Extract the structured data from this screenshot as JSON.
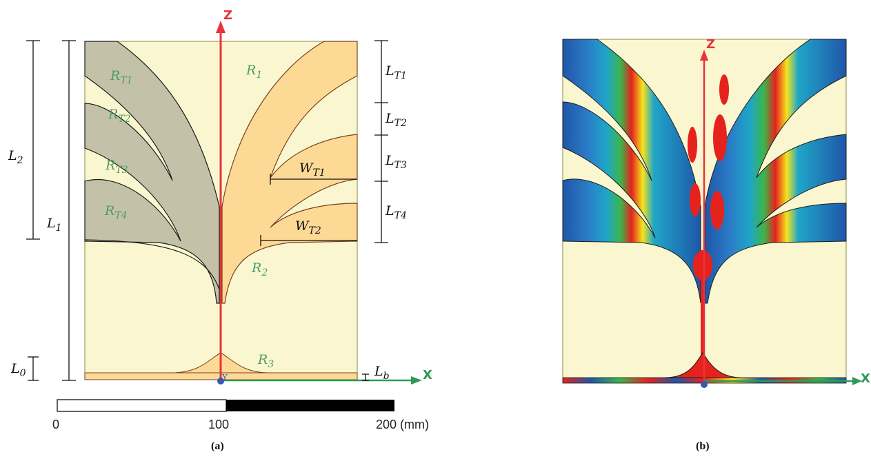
{
  "panel_a": {
    "regions": {
      "r1": "R",
      "r1_sub": "1",
      "r2": "R",
      "r2_sub": "2",
      "r3": "R",
      "r3_sub": "3",
      "rt1": "R",
      "rt1_sub": "T1",
      "rt2": "R",
      "rt2_sub": "T2",
      "rt3": "R",
      "rt3_sub": "T3",
      "rt4": "R",
      "rt4_sub": "T4"
    },
    "dims": {
      "l0": "L",
      "l0_sub": "0",
      "l1": "L",
      "l1_sub": "1",
      "l2": "L",
      "l2_sub": "2",
      "lb": "L",
      "lb_sub": "b",
      "lt1": "L",
      "lt1_sub": "T1",
      "lt2": "L",
      "lt2_sub": "T2",
      "lt3": "L",
      "lt3_sub": "T3",
      "lt4": "L",
      "lt4_sub": "T4",
      "wt1": "W",
      "wt1_sub": "T1",
      "wt2": "W",
      "wt2_sub": "T2"
    },
    "axes": {
      "z": "Z",
      "x": "X",
      "y": "Y"
    },
    "scale_bar": {
      "ticks": [
        "0",
        "100",
        "200 (mm)"
      ]
    },
    "caption": "(a)"
  },
  "panel_b": {
    "axes": {
      "z": "Z",
      "x": "X"
    },
    "caption": "(b)"
  },
  "colors": {
    "substrate": "#faf6cf",
    "patch_orange": "#fcd995",
    "patch_gray": "#c3c2a8",
    "axis_red": "#e8333a",
    "axis_green": "#2f9a55",
    "field_red": "#e6221d",
    "field_blue": "#1f56a8",
    "field_cyan": "#1fa6c8",
    "field_green": "#3bb54a",
    "field_yellow": "#f5e51c"
  }
}
